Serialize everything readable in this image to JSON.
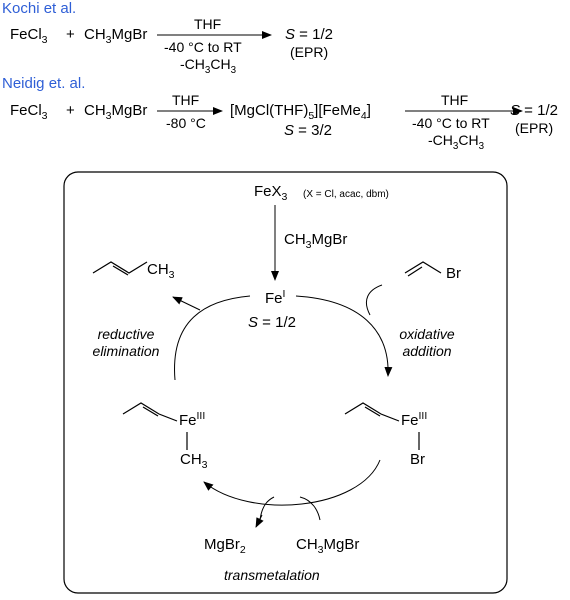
{
  "kochi": {
    "heading": "Kochi et al.",
    "reactant1": "FeCl",
    "reactant1_sub": "3",
    "plus": "+",
    "reactant2_a": "CH",
    "reactant2_sub": "3",
    "reactant2_b": "MgBr",
    "arrow_above": "THF",
    "arrow_below1": "-40 °C to RT",
    "arrow_below2_a": "-CH",
    "arrow_below2_sub1": "3",
    "arrow_below2_b": "CH",
    "arrow_below2_sub2": "3",
    "product_S": "S",
    "product_val": " = 1/2",
    "product_note": "(EPR)"
  },
  "neidig": {
    "heading": "Neidig et. al.",
    "reactant1": "FeCl",
    "reactant1_sub": "3",
    "plus": "+",
    "reactant2_a": "CH",
    "reactant2_sub": "3",
    "reactant2_b": "MgBr",
    "arrow1_above": "THF",
    "arrow1_below": "-80 °C",
    "intermediate_a": "[MgCl(THF)",
    "intermediate_sub1": "5",
    "intermediate_b": "][FeMe",
    "intermediate_sub2": "4",
    "intermediate_c": "]",
    "intermediate_S": "S",
    "intermediate_val": " = 3/2",
    "arrow2_above": "THF",
    "arrow2_below1": "-40 °C to RT",
    "arrow2_below2_a": "-CH",
    "arrow2_below2_sub1": "3",
    "arrow2_below2_b": "CH",
    "arrow2_below2_sub2": "3",
    "product_S": "S",
    "product_val": " = 1/2",
    "product_note": "(EPR)"
  },
  "cycle": {
    "precursor_a": "FeX",
    "precursor_sub": "3",
    "precursor_note": "(X = Cl, acac, dbm)",
    "reagent_a": "CH",
    "reagent_sub": "3",
    "reagent_b": "MgBr",
    "center_fe": "Fe",
    "center_sup": "I",
    "center_S": "S",
    "center_val": " = 1/2",
    "product_label_a": "CH",
    "product_label_sub": "3",
    "substrate_label": "Br",
    "step_reductive_1": "reductive",
    "step_reductive_2": "elimination",
    "step_oxidative_1": "oxidative",
    "step_oxidative_2": "addition",
    "left_fe": "Fe",
    "left_sup": "III",
    "left_ch_a": "CH",
    "left_ch_sub": "3",
    "right_fe": "Fe",
    "right_sup": "III",
    "right_br": "Br",
    "mgbr2_a": "MgBr",
    "mgbr2_sub": "2",
    "ch3mgbr_a": "CH",
    "ch3mgbr_sub": "3",
    "ch3mgbr_b": "MgBr",
    "step_transmetalation": "transmetalation"
  }
}
